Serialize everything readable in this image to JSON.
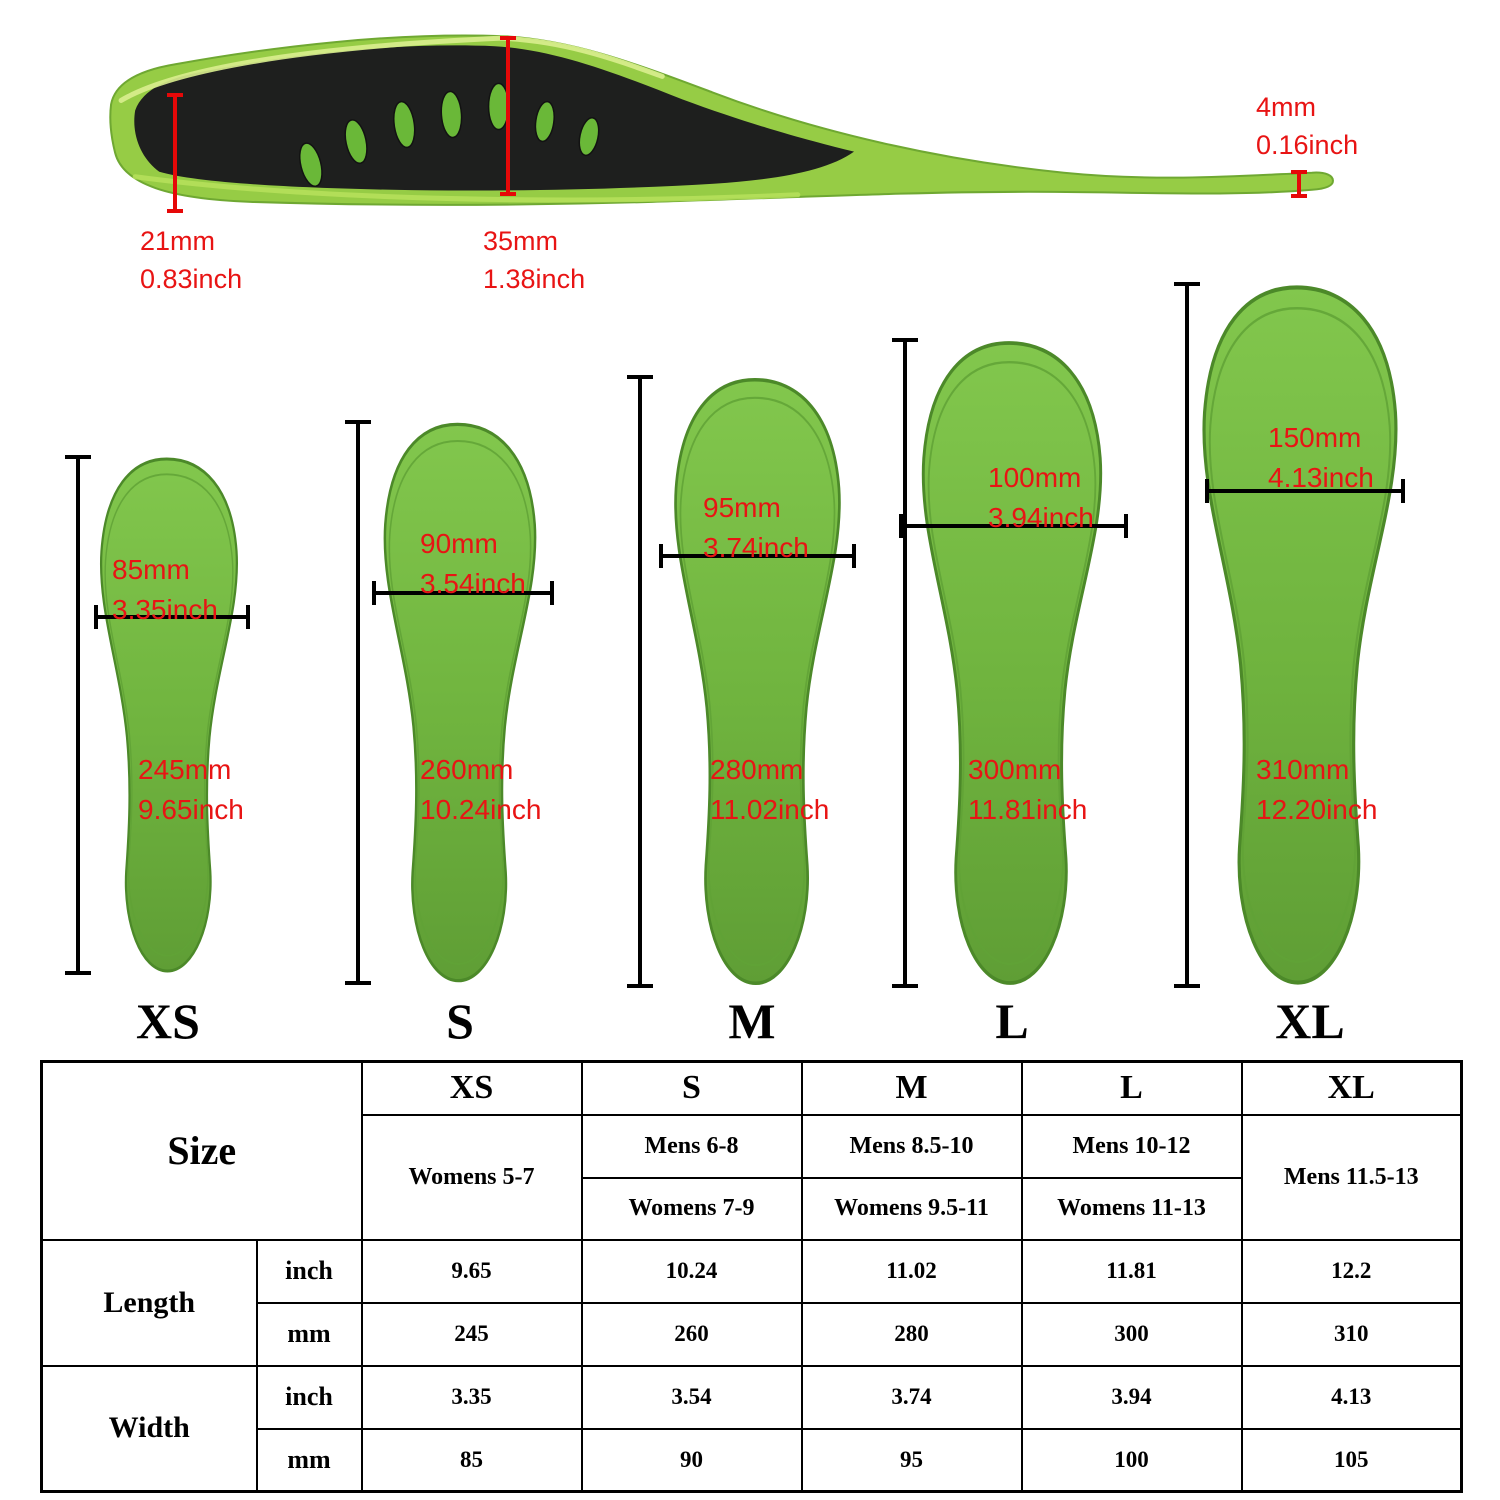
{
  "side_view": {
    "heel_mm": "21mm",
    "heel_inch": "0.83inch",
    "arch_mm": "35mm",
    "arch_inch": "1.38inch",
    "toe_mm": "4mm",
    "toe_inch": "0.16inch"
  },
  "sizes": [
    {
      "label": "XS",
      "width_mm": "85mm",
      "width_inch": "3.35inch",
      "length_mm": "245mm",
      "length_inch": "9.65inch"
    },
    {
      "label": "S",
      "width_mm": "90mm",
      "width_inch": "3.54inch",
      "length_mm": "260mm",
      "length_inch": "10.24inch"
    },
    {
      "label": "M",
      "width_mm": "95mm",
      "width_inch": "3.74inch",
      "length_mm": "280mm",
      "length_inch": "11.02inch"
    },
    {
      "label": "L",
      "width_mm": "100mm",
      "width_inch": "3.94inch",
      "length_mm": "300mm",
      "length_inch": "11.81inch"
    },
    {
      "label": "XL",
      "width_mm": "150mm",
      "width_inch": "4.13inch",
      "length_mm": "310mm",
      "length_inch": "12.20inch"
    }
  ],
  "table": {
    "corner": "Size",
    "headers": [
      "XS",
      "S",
      "M",
      "L",
      "XL"
    ],
    "fit": {
      "xs": "Womens 5-7",
      "s_mens": "Mens 6-8",
      "s_womens": "Womens 7-9",
      "m_mens": "Mens 8.5-10",
      "m_womens": "Womens 9.5-11",
      "l_mens": "Mens 10-12",
      "l_womens": "Womens 11-13",
      "xl": "Mens 11.5-13"
    },
    "row_labels": {
      "length": "Length",
      "width": "Width",
      "inch": "inch",
      "mm": "mm"
    },
    "length_inch": [
      "9.65",
      "10.24",
      "11.02",
      "11.81",
      "12.2"
    ],
    "length_mm": [
      "245",
      "260",
      "280",
      "300",
      "310"
    ],
    "width_inch": [
      "3.35",
      "3.54",
      "3.74",
      "3.94",
      "4.13"
    ],
    "width_mm": [
      "85",
      "90",
      "95",
      "100",
      "105"
    ]
  },
  "colors": {
    "insole_green": "#6fb33e",
    "annotation_red": "#e81414",
    "body_black": "#1e1f1e"
  }
}
